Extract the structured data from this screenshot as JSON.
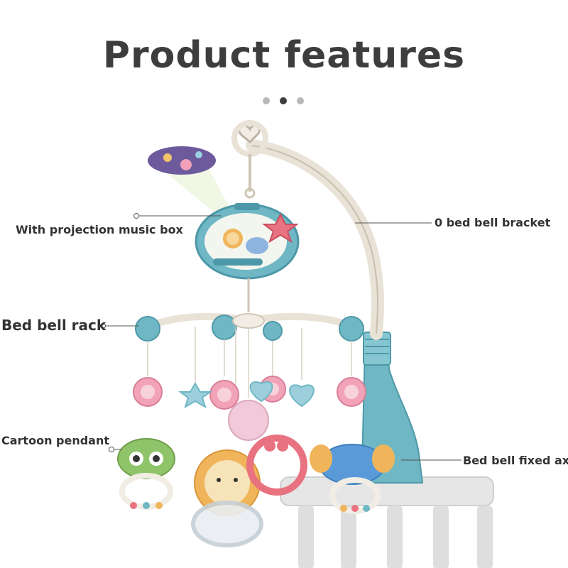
{
  "title": "Product features",
  "carousel": {
    "count": 3,
    "active_index": 1
  },
  "labels": {
    "projection": "With projection music box",
    "bracket": "0 bed bell bracket",
    "rack": "Bed bell rack",
    "pendant": "Cartoon pendant",
    "axis": "Bed bell fixed axis"
  },
  "colors": {
    "title": "#3d3d3d",
    "teal": "#6fb7c4",
    "teal_dark": "#4d98a8",
    "pink": "#f2a3b8",
    "cream": "#f2ede4",
    "crib": "#d9d9d9"
  }
}
